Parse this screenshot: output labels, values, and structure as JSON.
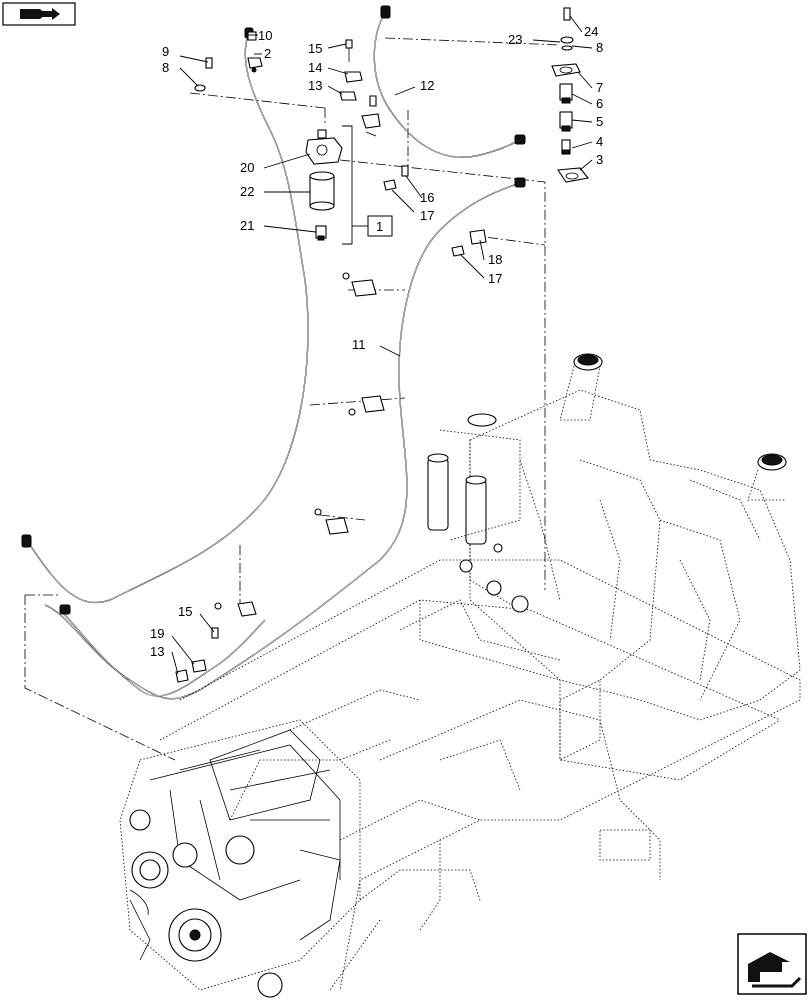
{
  "header": {
    "view_icon": "book-arrow-icon"
  },
  "footer": {
    "nav_icon": "next-page-arrow-icon"
  },
  "callouts": {
    "c1": "1",
    "c2": "2",
    "c3": "3",
    "c4": "4",
    "c5": "5",
    "c6": "6",
    "c7": "7",
    "c8a": "8",
    "c8b": "8",
    "c9": "9",
    "c10": "10",
    "c11": "11",
    "c12": "12",
    "c13a": "13",
    "c13b": "13",
    "c14": "14",
    "c15a": "15",
    "c15b": "15",
    "c16": "16",
    "c17a": "17",
    "c17b": "17",
    "c18": "18",
    "c19": "19",
    "c20": "20",
    "c21": "21",
    "c22": "22",
    "c23": "23",
    "c24": "24"
  }
}
